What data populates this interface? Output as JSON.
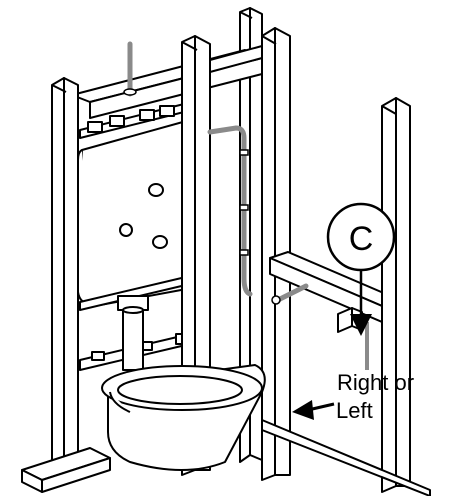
{
  "callout": {
    "letter": "C",
    "line1": "Right or",
    "line2": "Left"
  },
  "colors": {
    "stroke": "#000000",
    "pipe": "#8a8a8a",
    "background": "#ffffff"
  }
}
